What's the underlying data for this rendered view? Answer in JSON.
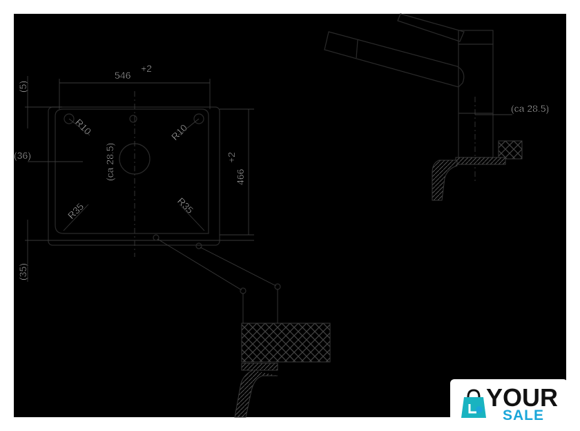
{
  "dimensions": {
    "width_top": "546",
    "width_top_tol": "+2",
    "depth": "466",
    "depth_tol": "+2",
    "offset_top": "(5)",
    "offset_mid": "(36)",
    "offset_bottom": "(35)",
    "tap_hole": "(ca 28.5)",
    "tap_offset": "(ca 28.5)"
  },
  "radii": {
    "top_left": "R10",
    "top_right": "R10",
    "bottom_left": "R35",
    "bottom_right": "R35"
  },
  "watermark": {
    "word1": "YOUR",
    "word2": "SALE"
  },
  "colors": {
    "background": "#000000",
    "lines": "#2b2b2b",
    "logo_blue": "#1aa6d9",
    "logo_teal": "#19b3c0"
  }
}
